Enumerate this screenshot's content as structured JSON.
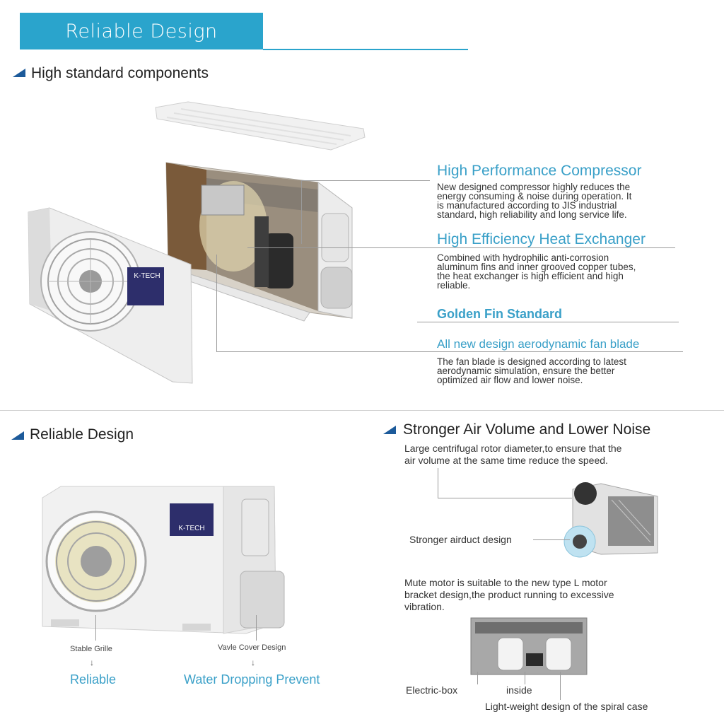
{
  "banner": {
    "title": "Reliable Design"
  },
  "section1": {
    "heading": "High standard components",
    "product_logo": "K-TECH",
    "features": [
      {
        "title": "High Performance Compressor",
        "lines": [
          "New designed compressor highly reduces the",
          "energy consuming & noise during operation. It",
          "is manufactured according to JIS industrial",
          "standard, high reliability and long service life."
        ]
      },
      {
        "title": "High Efficiency Heat Exchanger",
        "lines": [
          "Combined with hydrophilic anti-corrosion",
          "aluminum fins and inner grooved copper tubes,",
          "the heat exchanger is high efficient and high",
          "reliable."
        ]
      },
      {
        "title": "Golden Fin Standard",
        "lines": []
      },
      {
        "title": "All new design aerodynamic fan blade",
        "lines": [
          "The fan blade is designed according to latest",
          "aerodynamic simulation, ensure the better",
          "optimized air flow and lower noise."
        ]
      }
    ]
  },
  "section2": {
    "heading": "Reliable Design",
    "product_logo": "K-TECH",
    "labels": {
      "grille": "Stable Grille",
      "valve": "Vavle Cover Design"
    },
    "benefits": {
      "reliable": "Reliable",
      "water": "Water Dropping Prevent"
    }
  },
  "section3": {
    "heading": "Stronger Air Volume and Lower Noise",
    "desc1": [
      "Large centrifugal rotor diameter,to ensure that the",
      "air volume at the same time reduce the speed."
    ],
    "airduct": "Stronger airduct design",
    "desc2": [
      "Mute motor is suitable to the new type L motor",
      "bracket design,the product running to excessive",
      "vibration."
    ],
    "electric_box": "Electric-box",
    "inside": "inside",
    "spiral_case": "Light-weight design of the spiral case"
  },
  "colors": {
    "accent": "#2aa4cc",
    "heading_marker": "#1c5a9a",
    "feature_title": "#3aa0c8"
  }
}
